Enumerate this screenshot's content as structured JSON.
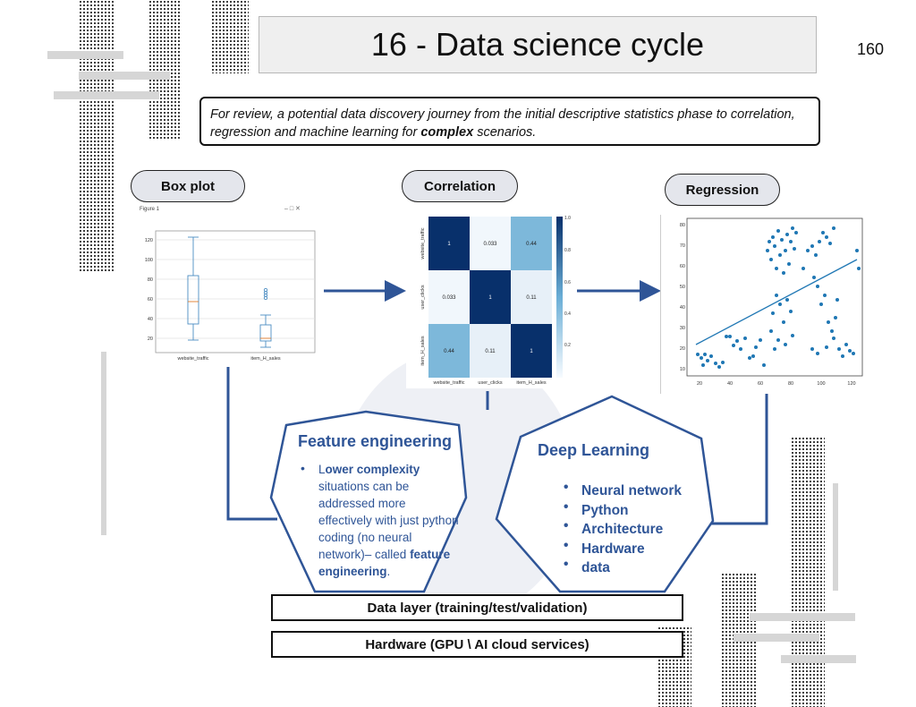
{
  "slide": {
    "title": "16 - Data science cycle",
    "page_number": "160",
    "intro_prefix": "For review, a potential data discovery journey from the initial descriptive statistics phase to correlation, regression and machine learning for ",
    "intro_bold": "complex",
    "intro_suffix": " scenarios."
  },
  "stages": {
    "box_plot": "Box plot",
    "correlation": "Correlation",
    "regression": "Regression"
  },
  "box_plot_panel": {
    "window_title": "Figure 1",
    "window_controls": "–   □   ✕",
    "y_ticks": [
      "20",
      "40",
      "60",
      "80",
      "100",
      "120"
    ],
    "x_labels": [
      "website_traffic",
      "item_H_sales"
    ]
  },
  "heatmap_panel": {
    "row_labels": [
      "website_traffic",
      "user_clicks",
      "item_H_sales"
    ],
    "col_labels": [
      "website_traffic",
      "user_clicks",
      "item_H_sales"
    ],
    "cells": [
      [
        "1",
        "0.033",
        "0.44"
      ],
      [
        "0.033",
        "1",
        "0.11"
      ],
      [
        "0.44",
        "0.11",
        "1"
      ]
    ],
    "colorbar_ticks": [
      "1.0",
      "0.8",
      "0.6",
      "0.4",
      "0.2"
    ]
  },
  "scatter_panel": {
    "y_ticks": [
      "10",
      "20",
      "30",
      "40",
      "50",
      "60",
      "70",
      "80"
    ],
    "x_ticks": [
      "20",
      "40",
      "60",
      "80",
      "100",
      "120"
    ]
  },
  "feature_engineering": {
    "title": "Feature engineering",
    "bullet_part1": "L",
    "bullet_bold1": "ower complexity",
    "bullet_mid": " situations can be addressed more effectively with just python coding (no neural network)– called ",
    "bullet_bold2": "feature engineering",
    "bullet_end": "."
  },
  "deep_learning": {
    "title": "Deep Learning",
    "items": [
      "Neural network",
      "Python",
      "Architecture",
      "Hardware",
      "data"
    ]
  },
  "layers": {
    "data_layer": "Data layer (training/test/validation)",
    "hardware": "Hardware (GPU \\ AI cloud services)"
  },
  "colors": {
    "accent_blue": "#2f5597",
    "heatmap_dark": "#08306b",
    "heatmap_mid": "#6aaed6",
    "heatmap_light": "#eef5fb",
    "scatter_point": "#1f77b4"
  }
}
